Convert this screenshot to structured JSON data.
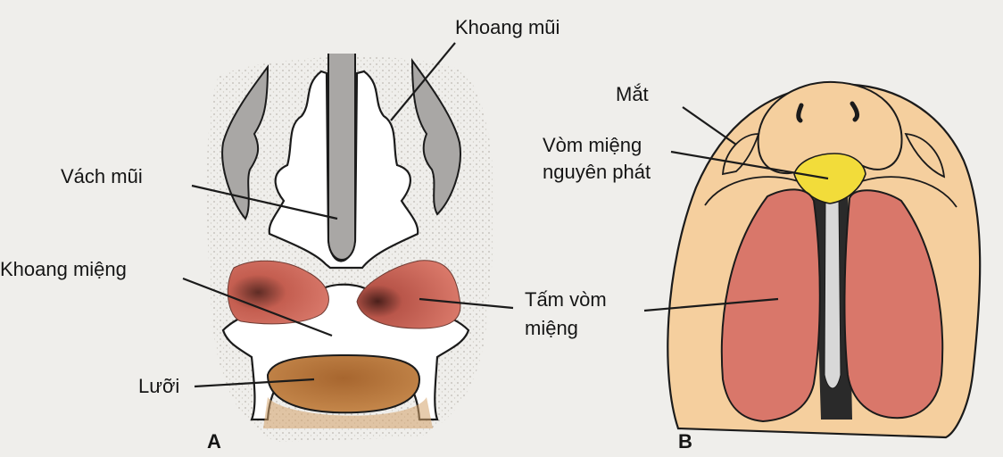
{
  "panels": [
    {
      "letter": "A",
      "labels": {
        "nasal_cavity": "Khoang mũi",
        "nasal_septum": "Vách mũi",
        "oral_cavity": "Khoang miệng",
        "tongue": "Lưỡi"
      }
    },
    {
      "letter": "B",
      "labels": {
        "eye": "Mắt",
        "primary_palate_line1": "Vòm miệng",
        "primary_palate_line2": "nguyên phát",
        "palatal_shelf_line1": "Tấm vòm",
        "palatal_shelf_line2": "miệng"
      }
    }
  ],
  "colors": {
    "background": "#efeeeb",
    "stipple": "#c9c6bf",
    "gray_tissue": "#a9a7a5",
    "palatal_shelf": "#d9776a",
    "palatal_shelf_dark": "#5a2a24",
    "tongue": "#b8773c",
    "skin": "#f5cf9e",
    "primary_palate": "#f2dc3a",
    "outline": "#1b1b1b"
  }
}
